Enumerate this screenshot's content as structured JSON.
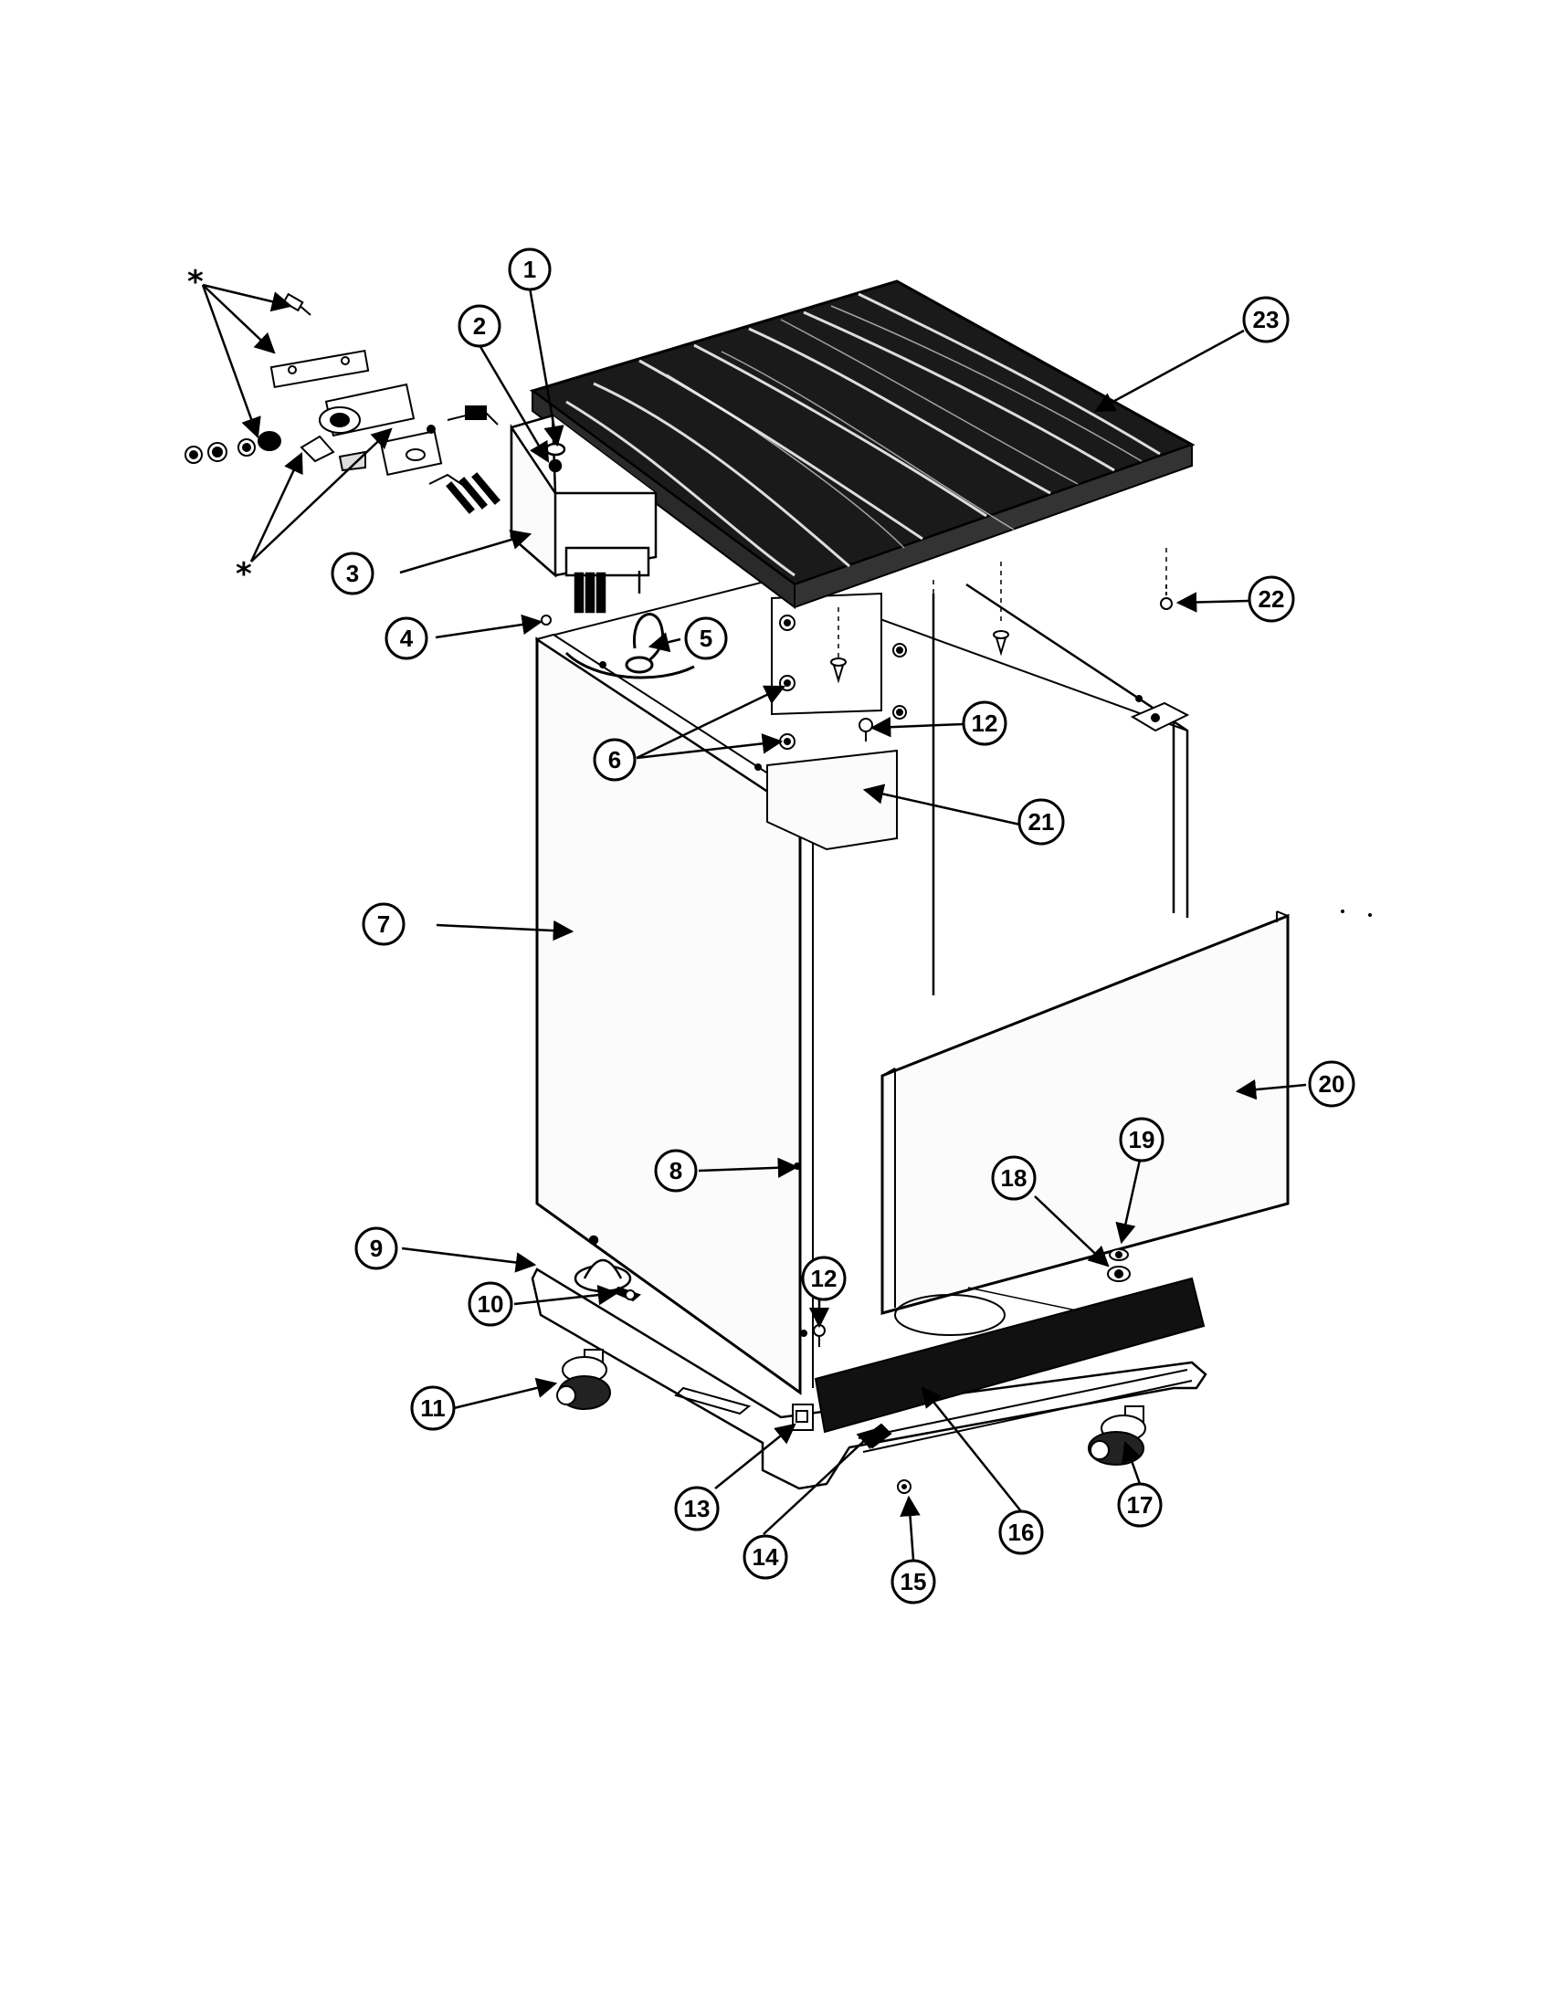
{
  "callouts": [
    "1",
    "2",
    "3",
    "4",
    "5",
    "6",
    "7",
    "8",
    "9",
    "10",
    "11",
    "12",
    "12",
    "13",
    "14",
    "15",
    "16",
    "17",
    "18",
    "19",
    "20",
    "21",
    "22",
    "23"
  ],
  "marker_symbol": "*",
  "colors": {
    "ink": "#000000",
    "paper": "#ffffff",
    "panel": "#fbfbfb"
  }
}
